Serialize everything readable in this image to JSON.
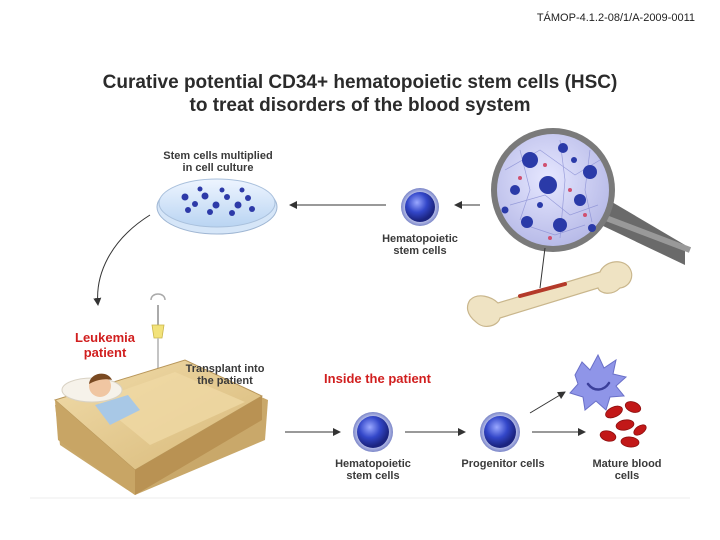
{
  "header": {
    "code": "TÁMOP-4.1.2-08/1/A-2009-0011"
  },
  "title": {
    "line1": "Curative potential CD34+ hematopoietic stem cells (HSC)",
    "line2": "to treat disorders of the blood system"
  },
  "labels": {
    "culture": [
      "Stem cells multiplied",
      "in cell culture"
    ],
    "hsc_top": [
      "Hematopoietic",
      "stem cells"
    ],
    "leukemia": [
      "Leukemia",
      "patient"
    ],
    "transplant": [
      "Transplant into",
      "the patient"
    ],
    "inside": "Inside the patient",
    "hsc_bottom": [
      "Hematopoietic",
      "stem cells"
    ],
    "progenitor": "Progenitor cells",
    "mature": [
      "Mature blood",
      "cells"
    ]
  },
  "colors": {
    "title": "#2b2b2b",
    "accent_red": "#d11f1f",
    "cell_blue": "#2a3fb0",
    "bed": "#e8cf98",
    "bone": "#efe3c3"
  }
}
